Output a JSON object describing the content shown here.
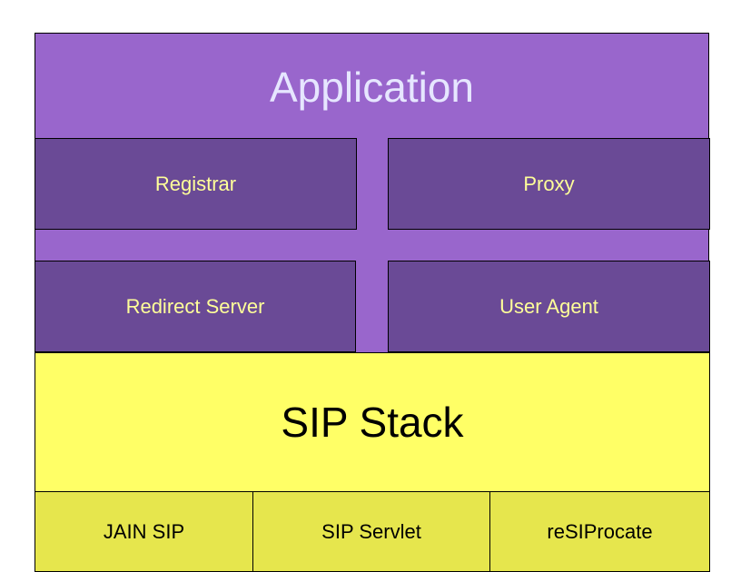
{
  "application": {
    "label": "Application"
  },
  "components": {
    "registrar": "Registrar",
    "proxy": "Proxy",
    "redirect_server": "Redirect Server",
    "user_agent": "User Agent"
  },
  "stack": {
    "label": "SIP Stack"
  },
  "implementations": {
    "jain_sip": "JAIN SIP",
    "sip_servlet": "SIP Servlet",
    "resiprocate": "reSIProcate"
  },
  "colors": {
    "application": "#9966cc",
    "component": "#6a4a96",
    "component_text": "#ffff99",
    "stack": "#ffff66",
    "implementation": "#e6e64d"
  }
}
